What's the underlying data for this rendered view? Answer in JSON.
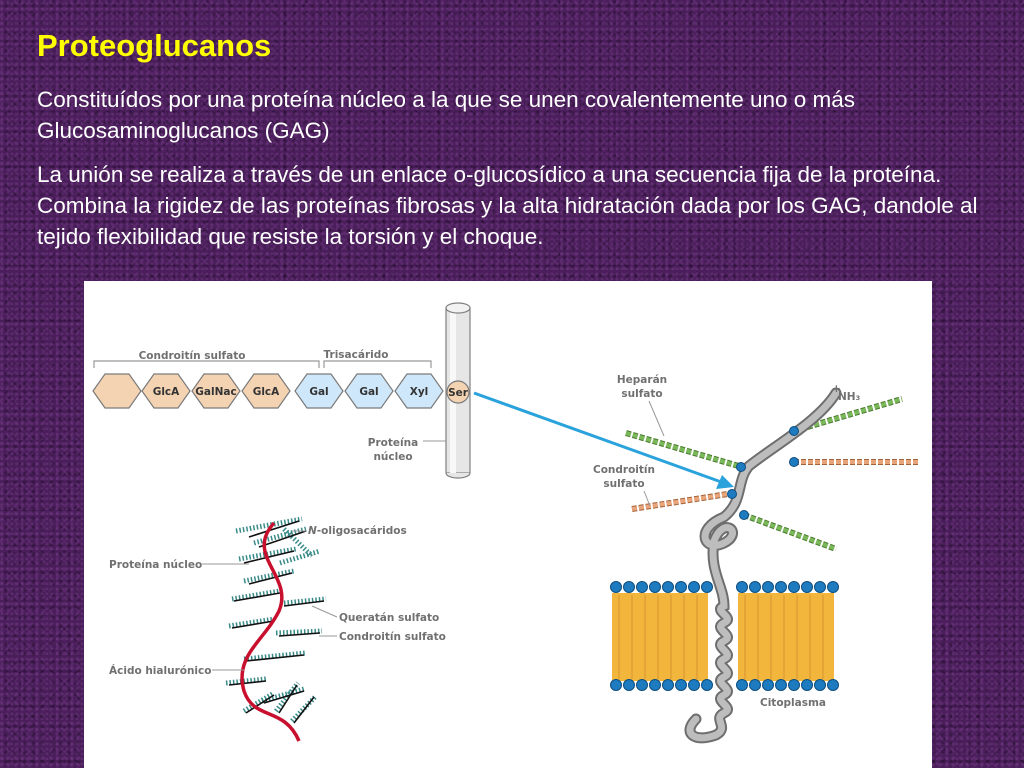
{
  "title": "Proteoglucanos",
  "paragraphs": [
    "Constituídos por una proteína núcleo a la que se unen covalentemente uno o más Glucosaminoglucanos (GAG)",
    "La unión se realiza a través de un enlace o-glucosídico a una secuencia fija de la proteína. Combina la rigidez de las proteínas fibrosas y la alta hidratación dada por los GAG, dandole al tejido flexibilidad que resiste la torsión y el choque."
  ],
  "diagram": {
    "group_labels": {
      "chondroitin": "Condroitín sulfato",
      "trisaccharide": "Trisacárido"
    },
    "sugars": [
      "",
      "GlcA",
      "GalNac",
      "GlcA",
      "Gal",
      "Gal",
      "Xyl"
    ],
    "ser_label": "Ser",
    "core_protein_label": [
      "Proteína",
      "núcleo"
    ],
    "right_labels": {
      "heparan": [
        "Heparán",
        "sulfato"
      ],
      "chondroitin": [
        "Condroitín",
        "sulfato"
      ],
      "nh3": "NH₃",
      "nh3_sup": "+",
      "cytoplasm": "Citoplasma"
    },
    "left_labels": {
      "n_oligo_prefix": "N",
      "n_oligo_rest": "-oligosacáridos",
      "core_protein": "Proteína núcleo",
      "keratan": "Queratán sulfato",
      "chondroitin": "Condroitín sulfato",
      "hyaluronic": "Ácido hialurónico"
    },
    "colors": {
      "chondroitin_hex": "#f4d3b3",
      "trisaccharide_hex": "#cfe7fa",
      "arrow": "#2aa2dc",
      "heparan_chain": "#7ab85a",
      "chondroitin_chain": "#e8a47a",
      "hyaluronic_backbone": "#c8102e",
      "membrane_head": "#1e7bbf",
      "membrane_tail": "#f2b63c"
    }
  }
}
